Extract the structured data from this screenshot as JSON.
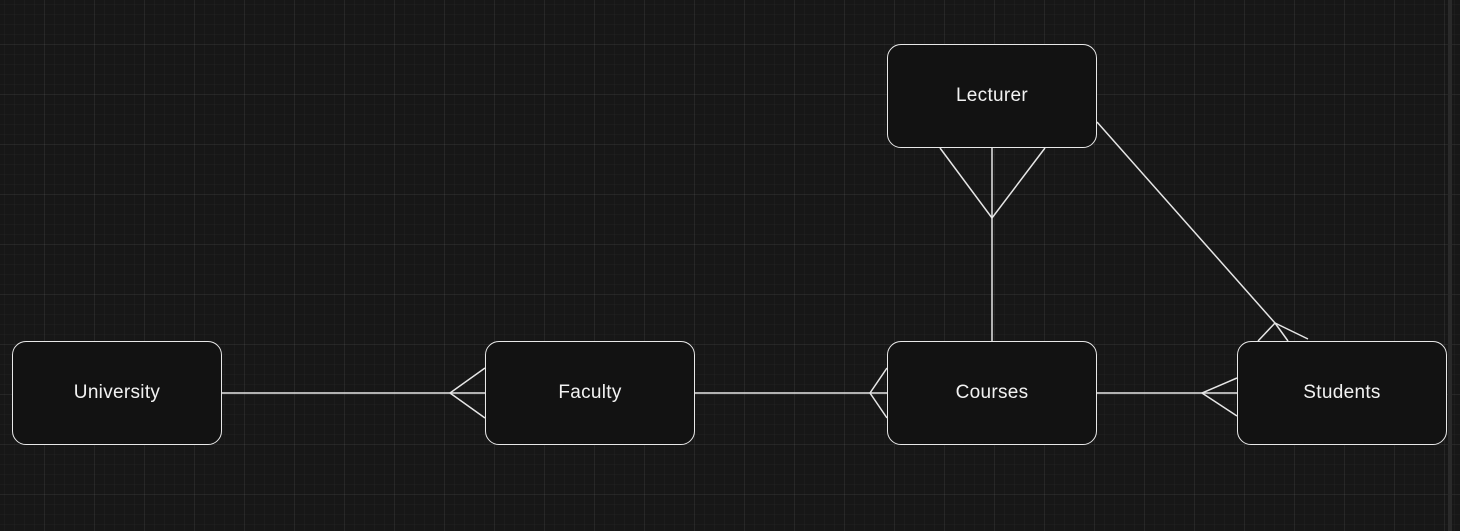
{
  "diagram": {
    "type": "entity-relationship",
    "notation": "crow's foot",
    "entities": [
      {
        "id": "university",
        "label": "University"
      },
      {
        "id": "faculty",
        "label": "Faculty"
      },
      {
        "id": "courses",
        "label": "Courses"
      },
      {
        "id": "students",
        "label": "Students"
      },
      {
        "id": "lecturer",
        "label": "Lecturer"
      }
    ],
    "relationships": [
      {
        "from": "university",
        "to": "faculty",
        "from_cardinality": "one",
        "to_cardinality": "many"
      },
      {
        "from": "faculty",
        "to": "courses",
        "from_cardinality": "one",
        "to_cardinality": "many"
      },
      {
        "from": "courses",
        "to": "students",
        "from_cardinality": "one",
        "to_cardinality": "many"
      },
      {
        "from": "courses",
        "to": "lecturer",
        "from_cardinality": "one",
        "to_cardinality": "many"
      },
      {
        "from": "lecturer",
        "to": "students",
        "from_cardinality": "one",
        "to_cardinality": "many"
      }
    ],
    "colors": {
      "background": "#171717",
      "entity_fill": "#121212",
      "stroke": "#e8e8e8",
      "text": "#f2f2f2"
    }
  }
}
